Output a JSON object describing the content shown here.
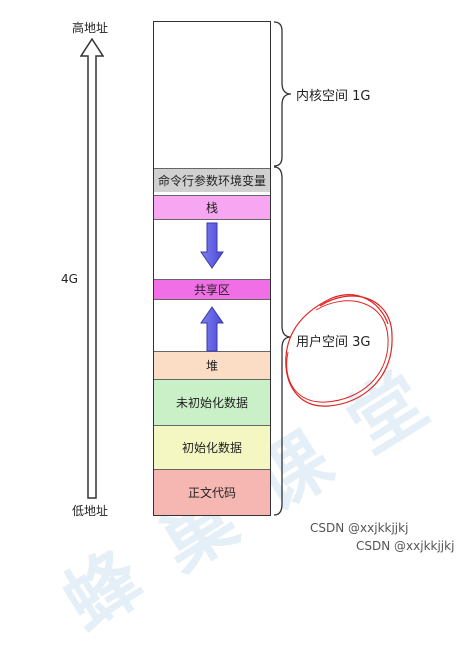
{
  "left_axis": {
    "top_label": "高地址",
    "middle_label": "4G",
    "bottom_label": "低地址"
  },
  "segments": [
    {
      "label": "命令行参数环境变量",
      "color": "#d0d0d0"
    },
    {
      "label": "栈",
      "color": "#f7a6f2"
    },
    {
      "label": "共享区",
      "color": "#f06ee6"
    },
    {
      "label": "堆",
      "color": "#fbdcc5"
    },
    {
      "label": "未初始化数据",
      "color": "#c9f0c6"
    },
    {
      "label": "初始化数据",
      "color": "#f4f7c2"
    },
    {
      "label": "正文代码",
      "color": "#f6b7b3"
    }
  ],
  "right_labels": {
    "kernel": "内核空间 1G",
    "user": "用户空间 3G"
  },
  "watermark": "蜂 巢 课 堂",
  "footer": {
    "line1": "CSDN @xxjkkjjkj",
    "line2": "CSDN @xxjkkjjkj"
  }
}
